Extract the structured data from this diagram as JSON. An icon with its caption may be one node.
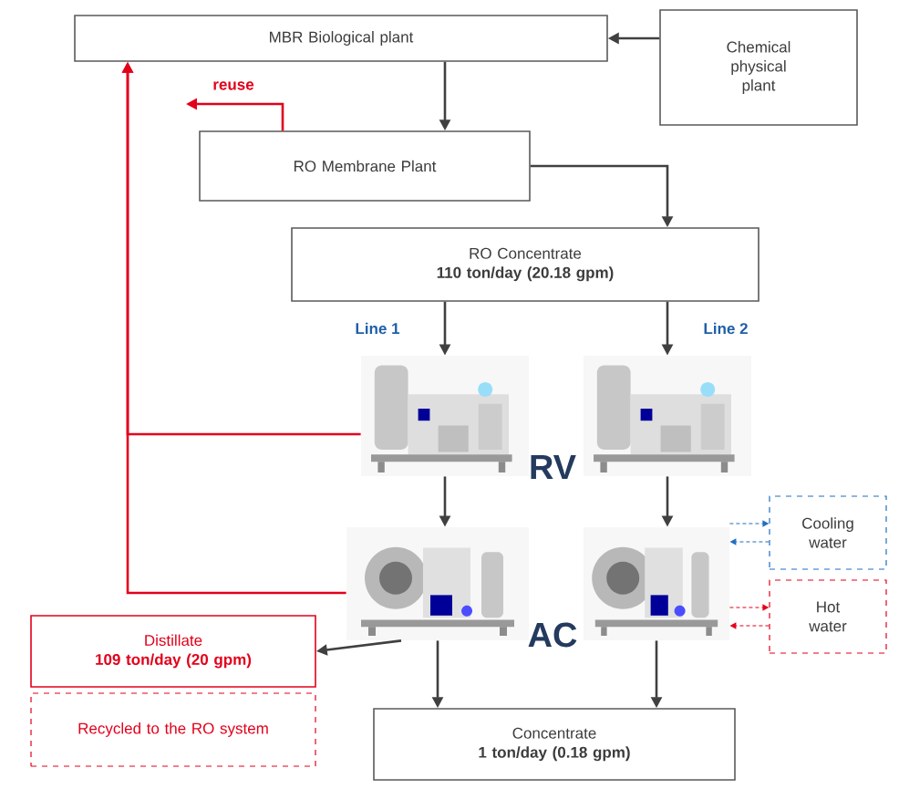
{
  "diagram": {
    "nodes": [
      {
        "text": [
          "MBR Biological plant"
        ]
      },
      {
        "text": [
          "Chemical physical plant"
        ]
      },
      {
        "text": [
          "RO Membrane Plant"
        ]
      },
      {
        "text": [
          "RO Concentrate",
          "110 ton/day (20.18 gpm)"
        ]
      },
      {
        "text": [],
        "shape": "picture"
      },
      {
        "text": [],
        "shape": "picture"
      },
      {
        "text": [],
        "shape": "picture"
      },
      {
        "text": [],
        "shape": "picture"
      },
      {
        "text": [
          "Cooling water"
        ]
      },
      {
        "text": [
          "Hot water"
        ]
      },
      {
        "text": [
          "Distillate",
          "109 ton/day (20 gpm)"
        ]
      },
      {
        "text": [
          "Recycled to the RO system"
        ]
      },
      {
        "text": [
          "Concentrate",
          "1 ton/day (0.18 gpm)"
        ]
      }
    ],
    "edges": [
      {
        "from": 1,
        "to": 0,
        "arrow": "to"
      },
      {
        "from": 0,
        "to": 2,
        "arrow": "to"
      },
      {
        "from": 2,
        "to": 3,
        "arrow": "to"
      },
      {
        "from": 3,
        "to": 4,
        "arrow": "to"
      },
      {
        "from": 3,
        "to": 5,
        "arrow": "to"
      },
      {
        "from": 4,
        "to": 6,
        "arrow": "to"
      },
      {
        "from": 5,
        "to": 7,
        "arrow": "to"
      },
      {
        "from": 6,
        "to": 10,
        "arrow": "to"
      },
      {
        "from": 6,
        "to": 12,
        "arrow": "to"
      },
      {
        "from": 7,
        "to": 12,
        "arrow": "to"
      },
      {
        "from": 7,
        "to": 8,
        "arrow": "to",
        "style": "dashed",
        "color": "#1f6fbf"
      },
      {
        "from": 8,
        "to": 7,
        "arrow": "to",
        "style": "dashed",
        "color": "#1f6fbf"
      },
      {
        "from": 7,
        "to": 9,
        "arrow": "to",
        "style": "dashed",
        "color": "#e3001b"
      },
      {
        "from": 9,
        "to": 7,
        "arrow": "to",
        "style": "dashed",
        "color": "#e3001b"
      },
      {
        "from": 4,
        "to": 0,
        "arrow": "to",
        "color": "#e3001b"
      },
      {
        "from": 6,
        "to": 0,
        "arrow": "to",
        "color": "#e3001b"
      },
      {
        "from": 2,
        "to": null,
        "arrow": "to",
        "label": "reuse",
        "color": "#e3001b"
      }
    ],
    "labels": [
      "Line 1",
      "Line 2",
      "RV",
      "AC"
    ]
  }
}
